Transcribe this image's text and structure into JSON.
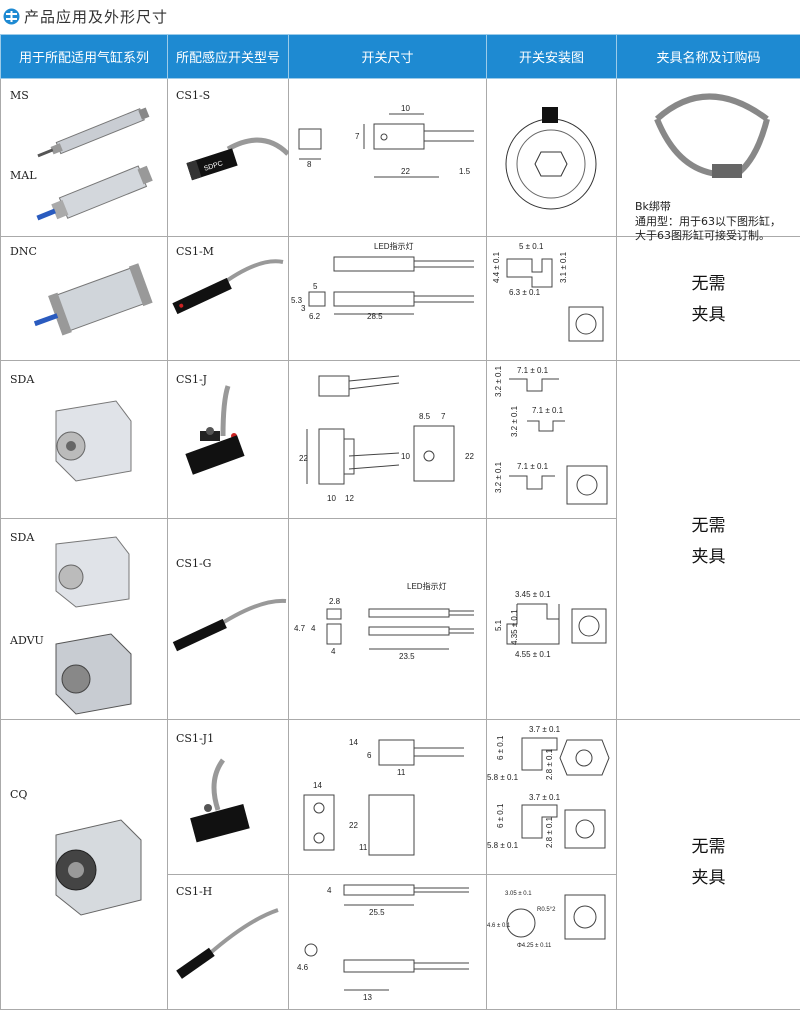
{
  "header": {
    "title": "产品应用及外形尺寸"
  },
  "columns": [
    "用于所配适用气缸系列",
    "所配感应开关型号",
    "开关尺寸",
    "开关安装图",
    "夹具名称及订购码"
  ],
  "rows": {
    "r1": {
      "cyl_top": "MS",
      "cyl_bottom": "MAL",
      "model": "CS1-S",
      "dims": {
        "a": "10",
        "b": "7",
        "c": "8",
        "d": "22",
        "e": "1.5"
      },
      "clamp": {
        "name": "Bk绑带",
        "line1": "通用型：用于63以下图形缸，",
        "line2": "大于63图形缸可接受订制。"
      }
    },
    "r2": {
      "cyl": "DNC",
      "model": "CS1-M",
      "dims": {
        "led": "LED指示灯",
        "a": "5",
        "b": "5.3",
        "c": "3",
        "d": "6.2",
        "e": "28.5"
      },
      "mount": {
        "a": "5 ± 0.1",
        "b": "4.4 ± 0.1",
        "c": "3.1 ± 0.1",
        "d": "6.3 ± 0.1"
      },
      "clamp": {
        "l1": "无需",
        "l2": "夹具"
      }
    },
    "r3": {
      "cyl": "SDA",
      "model": "CS1-J",
      "dims": {
        "a": "8.5",
        "b": "7",
        "c": "22",
        "d": "10",
        "e": "22",
        "f": "10",
        "g": "12"
      },
      "mount": {
        "a": "7.1 ± 0.1",
        "b": "3.2 ± 0.1",
        "c": "7.1 ± 0.1",
        "d": "3.2 ± 0.1",
        "e": "7.1 ± 0.1",
        "f": "3.2 ± 0.1"
      }
    },
    "r4": {
      "cyl_top": "SDA",
      "cyl_bottom": "ADVU",
      "model": "CS1-G",
      "dims": {
        "led": "LED指示灯",
        "a": "2.8",
        "b": "4.7",
        "c": "4",
        "d": "4",
        "e": "23.5"
      },
      "mount": {
        "a": "3.45 ± 0.1",
        "b": "5.1",
        "c": "4.35 ± 0.1",
        "d": "4.55 ± 0.1"
      },
      "clamp": {
        "l1": "无需",
        "l2": "夹具"
      }
    },
    "r5": {
      "cyl": "CQ",
      "model_a": "CS1-J1",
      "model_b": "CS1-H",
      "dims_a": {
        "a": "14",
        "b": "6",
        "c": "11",
        "d": "14",
        "e": "22",
        "f": "11"
      },
      "mount_a": {
        "a": "3.7 ± 0.1",
        "b": "6 ± 0.1",
        "c": "2.8 ± 0.1",
        "d": "5.8 ± 0.1",
        "e": "3.7 ± 0.1",
        "f": "6 ± 0.1",
        "g": "2.8 ± 0.1",
        "h": "5.8 ± 0.1"
      },
      "dims_b": {
        "a": "4",
        "b": "25.5",
        "c": "4.6",
        "d": "13"
      },
      "mount_b": {
        "a": "3.05 ± 0.1",
        "b": "R0.5°2",
        "c": "4.6 ± 0.1",
        "d": "Φ4.25 ± 0.11"
      },
      "clamp": {
        "l1": "无需",
        "l2": "夹具"
      }
    }
  },
  "colors": {
    "header_bg": "#1e8ad2",
    "header_text": "#ffffff",
    "grid": "#aaaaaa"
  }
}
